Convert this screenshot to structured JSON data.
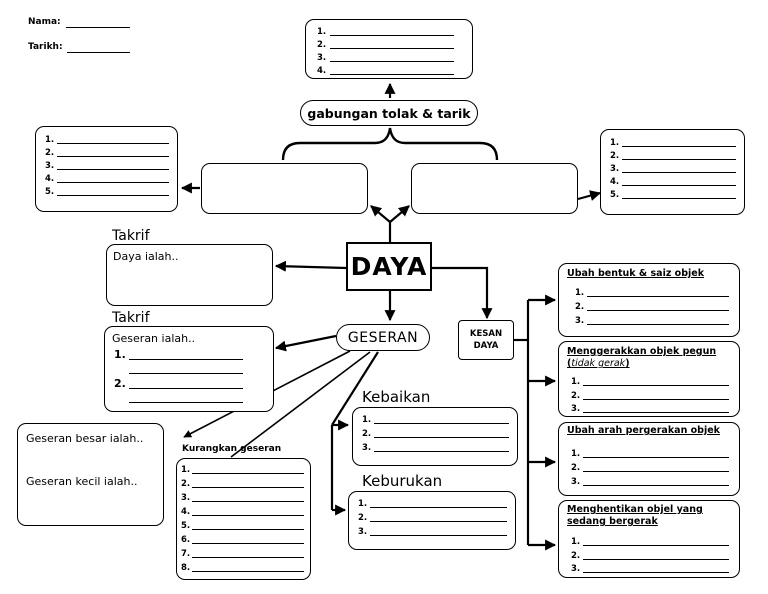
{
  "header": {
    "nama_label": "Nama:",
    "tarikh_label": "Tarikh:"
  },
  "top": {
    "gabungan_label": "gabungan tolak & tarik",
    "list_numbers": [
      "1.",
      "2.",
      "3.",
      "4."
    ]
  },
  "left_upper": {
    "list_numbers": [
      "1.",
      "2.",
      "3.",
      "4.",
      "5."
    ]
  },
  "right_upper": {
    "list_numbers": [
      "1.",
      "2.",
      "3.",
      "4.",
      "5."
    ]
  },
  "center": {
    "daya_label": "DAYA",
    "geseran_label": "GESERAN",
    "kesan_label": "KESAN DAYA"
  },
  "takrif_daya": {
    "heading": "Takrif",
    "prompt": "Daya ialah.."
  },
  "takrif_geseran": {
    "heading": "Takrif",
    "prompt": "Geseran ialah..",
    "numbers": [
      "1.",
      "2."
    ]
  },
  "geseran_types": {
    "besar": "Geseran besar ialah..",
    "kecil": "Geseran kecil ialah.."
  },
  "kurangkan": {
    "heading": "Kurangkan geseran",
    "numbers": [
      "1.",
      "2.",
      "3.",
      "4.",
      "5.",
      "6.",
      "7.",
      "8."
    ]
  },
  "kebaikan": {
    "heading": "Kebaikan",
    "numbers": [
      "1.",
      "2.",
      "3."
    ]
  },
  "keburukan": {
    "heading": "Keburukan",
    "numbers": [
      "1.",
      "2.",
      "3."
    ]
  },
  "kesan": {
    "ubah_bentuk": {
      "heading": "Ubah bentuk & saiz objek",
      "numbers": [
        "1.",
        "2.",
        "3."
      ]
    },
    "menggerakkan": {
      "heading": "Menggerakkan objek pegun",
      "sub_open": "(",
      "sub_italic": "tidak gerak",
      "sub_close": ")",
      "numbers": [
        "1.",
        "2.",
        "3."
      ]
    },
    "ubah_arah": {
      "heading": "Ubah arah pergerakan objek",
      "numbers": [
        "1.",
        "2.",
        "3."
      ]
    },
    "menghentikan": {
      "heading_1": "Menghentikan objel yang",
      "heading_2": "sedang bergerak",
      "numbers": [
        "1.",
        "2.",
        "3."
      ]
    }
  }
}
